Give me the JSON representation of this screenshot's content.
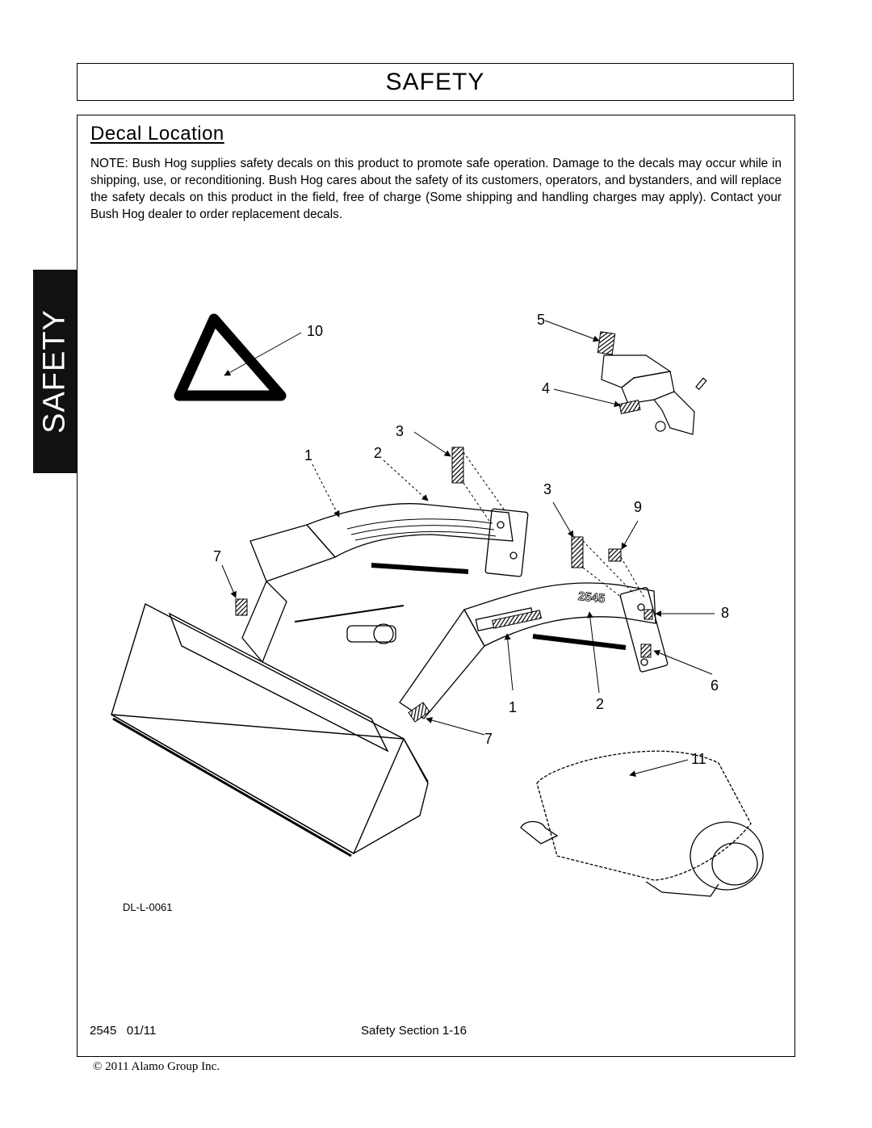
{
  "header": {
    "title": "SAFETY"
  },
  "side_tab": {
    "label": "SAFETY"
  },
  "section": {
    "title": "Decal Location",
    "note": "NOTE: Bush Hog supplies safety decals on this product to promote safe operation. Damage to the decals may occur while in shipping, use, or reconditioning. Bush Hog cares about the safety of its customers, operators, and bystanders, and will replace the safety decals on this product in the field, free of charge (Some shipping and handling charges may apply). Contact your Bush Hog dealer to order replacement decals."
  },
  "figure": {
    "callouts": {
      "c10": "10",
      "c5": "5",
      "c4": "4",
      "c3a": "3",
      "c1a": "1",
      "c2a": "2",
      "c3b": "3",
      "c9": "9",
      "c7a": "7",
      "c8": "8",
      "c6": "6",
      "c1b": "1",
      "c2b": "2",
      "c7b": "7",
      "c11": "11"
    },
    "arm_label": "2545",
    "drawing_id": "DL-L-0061"
  },
  "footer": {
    "model_date": "2545   01/11",
    "section_page": "Safety Section 1-16",
    "copyright": "© 2011 Alamo Group Inc."
  }
}
